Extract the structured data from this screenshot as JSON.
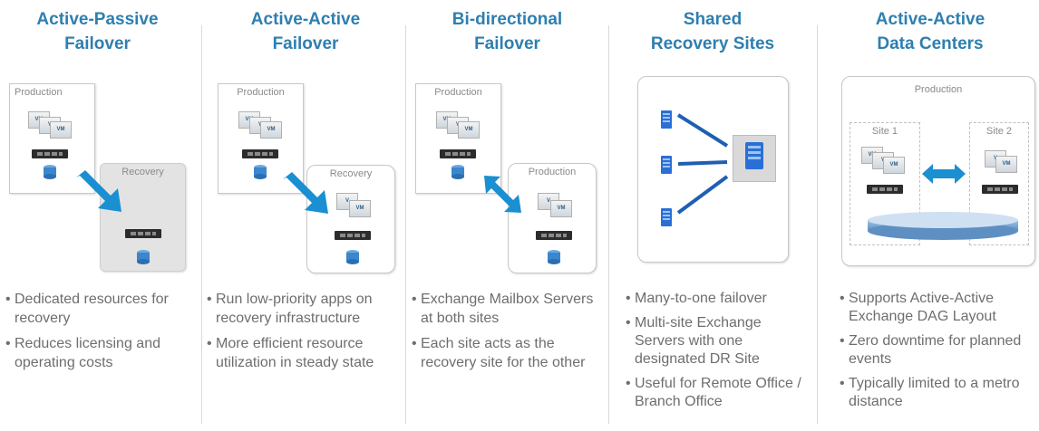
{
  "columns": [
    {
      "title_lines": [
        "Active-Passive",
        "Failover"
      ],
      "box_labels": {
        "primary": "Production",
        "secondary": "Recovery"
      },
      "vm_labels": [
        "VM",
        "V",
        "VM"
      ],
      "bullets": [
        "Dedicated resources for recovery",
        "Reduces licensing and operating costs"
      ]
    },
    {
      "title_lines": [
        "Active-Active",
        "Failover"
      ],
      "box_labels": {
        "primary": "Production",
        "secondary": "Recovery"
      },
      "vm_labels": [
        "VM",
        "V",
        "VM"
      ],
      "bullets": [
        "Run low-priority apps on recovery infrastructure",
        "More efficient resource utilization in steady state"
      ]
    },
    {
      "title_lines": [
        "Bi-directional",
        "Failover"
      ],
      "box_labels": {
        "primary": "Production",
        "secondary": "Production"
      },
      "vm_labels": [
        "VM",
        "V",
        "VM"
      ],
      "bullets": [
        "Exchange Mailbox Servers at both sites",
        "Each site acts as the recovery site for the other"
      ]
    },
    {
      "title_lines": [
        "Shared",
        "Recovery Sites"
      ],
      "bullets": [
        "Many-to-one failover",
        "Multi-site Exchange Servers with one designated DR Site",
        "Useful for Remote Office / Branch Office"
      ]
    },
    {
      "title_lines": [
        "Active-Active",
        "Data Centers"
      ],
      "box_labels": {
        "primary": "Production",
        "site1": "Site 1",
        "site2": "Site 2"
      },
      "vm_labels": [
        "VM",
        "V",
        "VM"
      ],
      "bullets": [
        "Supports Active-Active Exchange DAG Layout",
        "Zero downtime for planned events",
        "Typically limited to a metro distance"
      ]
    }
  ],
  "colors": {
    "title": "#2e7fb0",
    "arrow": "#1a8fd1",
    "bullet_text": "#6e6e6e",
    "server_blue": "#2a6fd6"
  },
  "icons": [
    "vm-stack-icon",
    "storage-array-icon",
    "database-icon",
    "server-tower-icon",
    "failover-arrow-icon"
  ]
}
